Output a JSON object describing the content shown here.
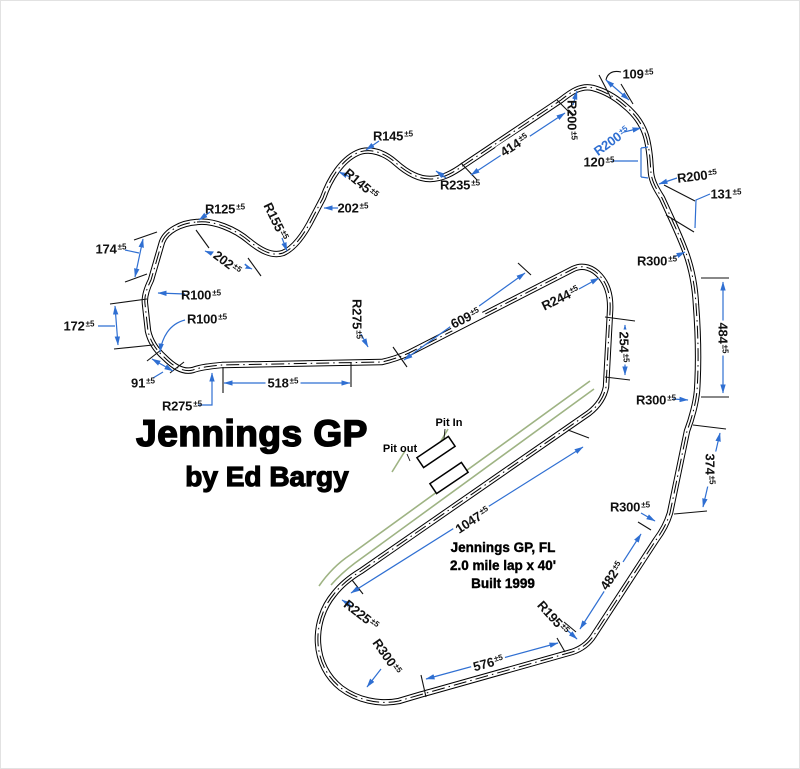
{
  "title": {
    "main": "Jennings GP",
    "sub": "by Ed Bargy"
  },
  "info": {
    "line1": "Jennings GP, FL",
    "line2": "2.0 mile lap x 40'",
    "line3": "Built 1999"
  },
  "pit": {
    "in_label": "Pit In",
    "out_label": "Pit out"
  },
  "tolerance": "±5",
  "colors": {
    "dim_blue": "#2f6fd2",
    "pit_green": "#9eb383",
    "track": "#000000",
    "background": "#ffffff"
  },
  "track": {
    "name": "Jennings GP",
    "location": "FL",
    "lap_length": "2.0 mile",
    "width": "40'",
    "built": "1999"
  },
  "dims": {
    "k109": {
      "text": "109"
    },
    "kR200top": {
      "text": "R200"
    },
    "kR200blue": {
      "text": "R200"
    },
    "k120": {
      "text": "120"
    },
    "kR200c": {
      "text": "R200"
    },
    "k131": {
      "text": "131"
    },
    "kR300a": {
      "text": "R300"
    },
    "k484": {
      "text": "484"
    },
    "kR300b": {
      "text": "R300"
    },
    "k374": {
      "text": "374"
    },
    "kR300c": {
      "text": "R300"
    },
    "k482": {
      "text": "482"
    },
    "kR195": {
      "text": "R195"
    },
    "k576": {
      "text": "576"
    },
    "kR300d": {
      "text": "R300"
    },
    "kR225": {
      "text": "R225"
    },
    "k1047": {
      "text": "1047"
    },
    "kR275a": {
      "text": "R275"
    },
    "k518": {
      "text": "518"
    },
    "kR275b": {
      "text": "R275"
    },
    "k609": {
      "text": "609"
    },
    "kR244": {
      "text": "R244"
    },
    "k254": {
      "text": "254"
    },
    "k414": {
      "text": "414"
    },
    "kR235": {
      "text": "R235"
    },
    "kR145a": {
      "text": "R145"
    },
    "kR145b": {
      "text": "R145"
    },
    "k202a": {
      "text": "202"
    },
    "k202b": {
      "text": "202"
    },
    "kR125": {
      "text": "R125"
    },
    "kR155": {
      "text": "R155"
    },
    "k174": {
      "text": "174"
    },
    "k172": {
      "text": "172"
    },
    "k91": {
      "text": "91"
    },
    "kR100a": {
      "text": "R100"
    },
    "kR100b": {
      "text": "R100"
    }
  }
}
